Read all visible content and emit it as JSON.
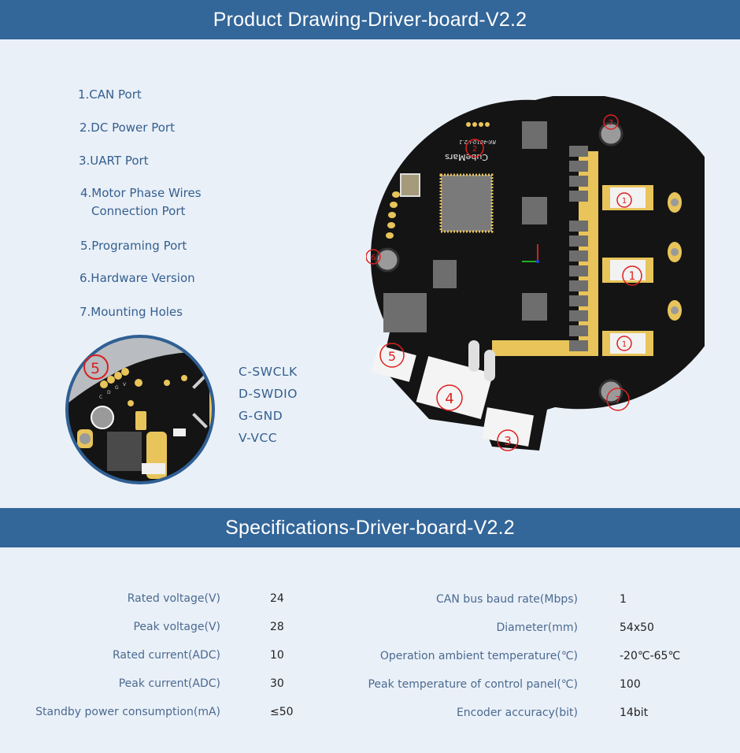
{
  "header": {
    "title": "Product Drawing-Driver-board-V2.2"
  },
  "legend": {
    "items": [
      {
        "label": "1.CAN Port"
      },
      {
        "label": "2.DC Power Port"
      },
      {
        "label": "3.UART Port"
      },
      {
        "label": "4.Motor Phase Wires",
        "label2": "Connection Port"
      },
      {
        "label": "5.Programing Port"
      },
      {
        "label": "6.Hardware Version"
      },
      {
        "label": "7.Mounting Holes"
      }
    ]
  },
  "programming_port": {
    "callout": "5",
    "pins": [
      "C-SWCLK",
      "D-SWDIO",
      "G-GND",
      "V-VCC"
    ],
    "silkscreen": [
      "C",
      "D",
      "G",
      "V"
    ]
  },
  "board": {
    "brand": "CubeMars",
    "version_mark": "RK-4010-V2.1",
    "callouts": [
      "1",
      "1",
      "1",
      "2",
      "3",
      "4",
      "5",
      "6",
      "7",
      "7"
    ],
    "colors": {
      "pcb": "#141414",
      "gold": "#e8c45a",
      "chip": "#6e6e6e",
      "callout": "#e02020"
    }
  },
  "specs_header": {
    "title": "Specifications-Driver-board-V2.2"
  },
  "specs": {
    "left": [
      {
        "label": "Rated voltage(V)",
        "value": "24"
      },
      {
        "label": "Peak voltage(V)",
        "value": "28"
      },
      {
        "label": "Rated current(ADC)",
        "value": "10"
      },
      {
        "label": "Peak current(ADC)",
        "value": "30"
      },
      {
        "label": "Standby power consumption(mA)",
        "value": "≤50"
      }
    ],
    "right": [
      {
        "label": "CAN bus baud rate(Mbps)",
        "value": "1"
      },
      {
        "label": "Diameter(mm)",
        "value": "54x50"
      },
      {
        "label": "Operation ambient temperature(℃)",
        "value": "-20℃-65℃"
      },
      {
        "label": "Peak temperature of control panel(℃)",
        "value": "100"
      },
      {
        "label": "Encoder accuracy(bit)",
        "value": "14bit"
      }
    ]
  },
  "colors": {
    "band": "#336699",
    "background": "#eaf0f8",
    "label": "#4a6a90"
  }
}
